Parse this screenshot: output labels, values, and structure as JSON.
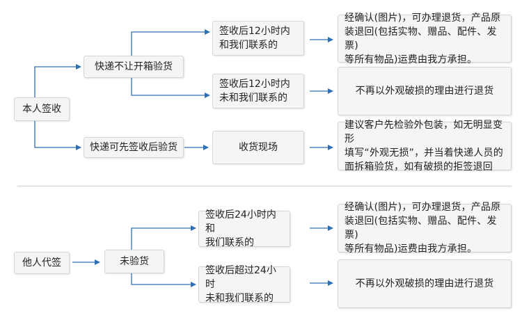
{
  "section1": {
    "start": "本人签收",
    "branch_top": "快递不让开箱验货",
    "branch_bottom": "快递可先签收后验货",
    "cond1": [
      "签收后12小时内",
      "和我们联系的"
    ],
    "cond2": [
      "签收后12小时内",
      "未和我们联系的"
    ],
    "cond3": "收货现场",
    "result1": [
      "经确认(图片)，可办理退货，产品原",
      "装退回(包括实物、赠品、配件、发票)",
      "等所有物品)运费由我方承担。"
    ],
    "result2": "不再以外观破损的理由进行退货",
    "result3": [
      "建议客户先检验外包装，如无明显变形",
      "填写“外观无损”，并当着快递人员的",
      "面拆箱验货，如有破损的拒签退回"
    ]
  },
  "section2": {
    "start": "他人代签",
    "mid": "未验货",
    "cond1": [
      "签收后24小时内和",
      "我们联系的"
    ],
    "cond2": [
      "签收后超过24小时",
      "未和我们联系的"
    ],
    "result1": [
      "经确认(图片)，可办理退货，产品原",
      "装退回(包括实物、赠品、配件、发票)",
      "等所有物品)运费由我方承担。"
    ],
    "result2": "不再以外观破损的理由进行退货"
  },
  "colors": {
    "arrow": "#2f6fb5",
    "box_bg": "#f5f5f5",
    "box_border": "#d6d6d6"
  }
}
